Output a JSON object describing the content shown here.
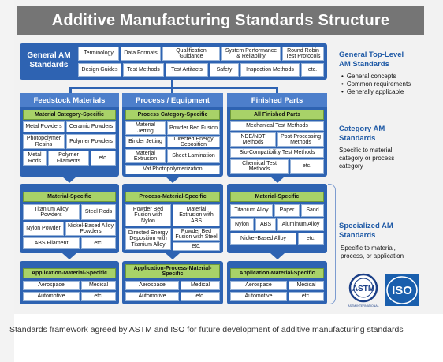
{
  "title": "Additive Manufacturing Standards Structure",
  "general": {
    "label": "General AM Standards",
    "cells": [
      "Terminology",
      "Data Formats",
      "Qualification Guidance",
      "System Performance & Reliability",
      "Round Robin Test Protocols",
      "Design Guides",
      "Test Methods",
      "Test Artifacts",
      "Safety",
      "Inspection Methods",
      "etc."
    ]
  },
  "columns": [
    {
      "header": "Feedstock Materials",
      "cat": "Material Category-Specific",
      "cat_cells": [
        "Metal Powders",
        "Ceramic Powders",
        "Photopolymer Resins",
        "Polymer Powders",
        "Metal Rods",
        "Polymer Filaments",
        "etc."
      ],
      "spec": "Material-Specific",
      "spec_cells": [
        "Titanium Alloy Powders",
        "Steel Rods",
        "Nylon Powder",
        "Nickel-Based Alloy Powders",
        "ABS Filament",
        "etc."
      ],
      "app": "Application-Material-Specific",
      "app_cells": [
        "Aerospace",
        "Medical",
        "Automotive",
        "etc."
      ]
    },
    {
      "header": "Process / Equipment",
      "cat": "Process Category-Specific",
      "cat_cells": [
        "Material Jetting",
        "Powder Bed Fusion",
        "Binder Jetting",
        "Directed Energy Deposition",
        "Material Extrusion",
        "Sheet Lamination",
        "Vat Photopolymerization"
      ],
      "spec": "Process-Material-Specific",
      "spec_cells": [
        "Powder Bed Fusion with Nylon",
        "Material Extrusion with ABS",
        "Directed Energy Deposition with Titanium Alloy",
        "Powder Bed Fusion with Steel",
        "etc."
      ],
      "app": "Application-Process-Material-Specific",
      "app_cells": [
        "Aerospace",
        "Medical",
        "Automotive",
        "etc."
      ]
    },
    {
      "header": "Finished Parts",
      "cat": "All Finished Parts",
      "cat_cells": [
        "Mechanical Test Methods",
        "NDE/NDT Methods",
        "Post-Processing Methods",
        "Bio-Compatibility Test Methods",
        "Chemical Test Methods",
        "etc."
      ],
      "spec": "Material-Specific",
      "spec_cells": [
        "Titanium Alloy",
        "Paper",
        "Sand",
        "Nylon",
        "ABS",
        "Aluminum Alloy",
        "Nickel-Based Alloy",
        "etc."
      ],
      "app": "Application-Material-Specific",
      "app_cells": [
        "Aerospace",
        "Medical",
        "Automotive",
        "etc."
      ]
    }
  ],
  "right": {
    "g_head": "General Top-Level AM Standards",
    "g_items": [
      "General concepts",
      "Common requirements",
      "Generally applicable"
    ],
    "c_head": "Category AM Standards",
    "c_text": "Specific to material category or process category",
    "s_head": "Specialized AM Standards",
    "s_text": "Specific to material, process, or application"
  },
  "logos": {
    "astm": "ASTM",
    "astm_sub": "ASTM INTERNATIONAL",
    "iso": "ISO"
  },
  "caption": "Standards framework agreed by ASTM and ISO for future development of additive manufacturing standards",
  "colors": {
    "blue": "#2e63b2",
    "green": "#a8d268",
    "title_bg": "#757575"
  }
}
